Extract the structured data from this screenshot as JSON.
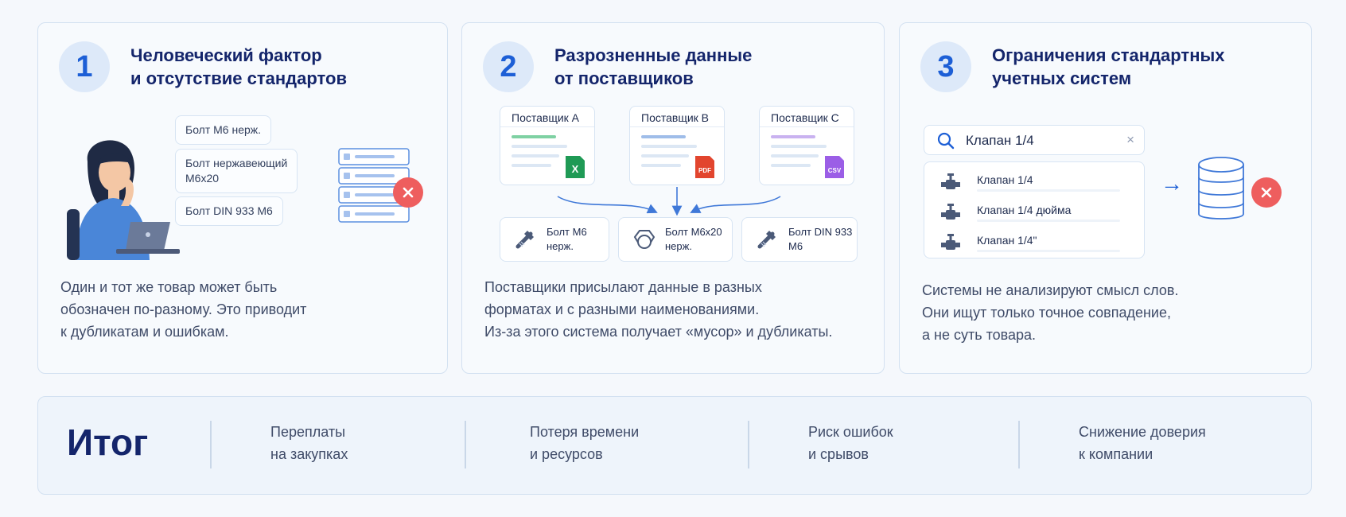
{
  "cards": [
    {
      "number": "1",
      "title_line1": "Человеческий фактор",
      "title_line2": "и отсутствие стандартов",
      "tags": [
        {
          "line1": "Болт М6 нерж.",
          "line2": ""
        },
        {
          "line1": "Болт нержавеющий",
          "line2": "М6х20"
        },
        {
          "line1": "Болт DIN 933 М6",
          "line2": ""
        }
      ],
      "desc_line1": "Один и тот же товар может быть",
      "desc_line2": "обозначен по-разному. Это приводит",
      "desc_line3": "к дубликатам и ошибкам."
    },
    {
      "number": "2",
      "title_line1": "Разрозненные данные",
      "title_line2": "от поставщиков",
      "suppliers": [
        {
          "name": "Поставщик А",
          "file": "X",
          "file_color": "#1f9a55",
          "line_color": "#7fd1a3"
        },
        {
          "name": "Поставщик В",
          "file": "PDF",
          "file_color": "#e2452e",
          "line_color": "#9fbde9"
        },
        {
          "name": "Поставщик С",
          "file": "CSV",
          "file_color": "#9b5ee6",
          "line_color": "#c9b2f0"
        }
      ],
      "bolts": [
        {
          "line1": "Болт М6",
          "line2": "нерж."
        },
        {
          "line1": "Болт М6х20",
          "line2": "нерж."
        },
        {
          "line1": "Болт DIN 933",
          "line2": "М6"
        }
      ],
      "desc_line1": "Поставщики присылают данные в разных",
      "desc_line2": "форматах и с разными наименованиями.",
      "desc_line3": "Из-за этого система получает «мусор» и дубликаты."
    },
    {
      "number": "3",
      "title_line1": "Ограничения стандартных",
      "title_line2": "учетных систем",
      "search_value": "Клапан 1/4",
      "search_clear": "×",
      "results": [
        "Клапан 1/4",
        "Клапан 1/4 дюйма",
        "Клапан 1/4\""
      ],
      "arrow": "→",
      "desc_line1": "Системы не анализируют смысл слов.",
      "desc_line2": "Они ищут только точное совпадение,",
      "desc_line3": "а не суть товара."
    }
  ],
  "summary": {
    "title": "Итог",
    "items": [
      {
        "line1": "Переплаты",
        "line2": "на закупках"
      },
      {
        "line1": "Потеря времени",
        "line2": "и ресурсов"
      },
      {
        "line1": "Риск ошибок",
        "line2": "и срывов"
      },
      {
        "line1": "Снижение доверия",
        "line2": "к компании"
      }
    ]
  },
  "colors": {
    "accent": "#1d5fd6",
    "title": "#14256b",
    "error": "#ee5e5e"
  }
}
